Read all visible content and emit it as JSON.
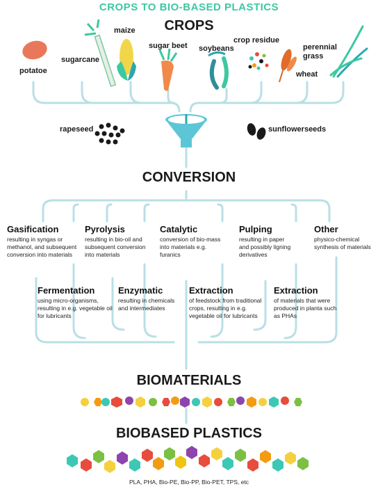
{
  "title": "CROPS TO BIO-BASED PLASTICS",
  "sections": {
    "crops": "CROPS",
    "conversion": "CONVERSION",
    "biomaterials": "BIOMATERIALS",
    "biobased_plastics": "BIOBASED PLASTICS"
  },
  "crops": [
    "potatoe",
    "sugarcane",
    "maize",
    "sugar beet",
    "soybeans",
    "crop residue",
    "perennial grass",
    "wheat"
  ],
  "seeds": [
    "rapeseed",
    "sunflowerseeds"
  ],
  "conversion_methods": [
    {
      "title": "Gasification",
      "description": "resulting in syngas or methanol, and subsequent conversion into materials"
    },
    {
      "title": "Pyrolysis",
      "description": "resulting in bio-oil and subsequent conversion into materials"
    },
    {
      "title": "Catalytic",
      "description": "conversion of bio-mass into materials e.g. furanics"
    },
    {
      "title": "Pulping",
      "description": "resulting in paper and possibly ligning derivatives"
    },
    {
      "title": "Other",
      "description": "physico-chemical synthesis of materials"
    },
    {
      "title": "Fermentation",
      "description": "using micro-organisms, resulting in e.g. vegetable oil for lubricants"
    },
    {
      "title": "Enzymatic",
      "description": "resulting in chemicals and intermediates"
    },
    {
      "title": "Extraction",
      "description": "of feedstock from traditional crops, resulting in e.g. vegetable oil for lubricants"
    },
    {
      "title": "Extraction",
      "description": "of materials that were produced in planta such as PHAs"
    }
  ],
  "plastics_list": "PLA, PHA, Bio-PE, Bio-PP, Bio-PET, TPS, etc",
  "colors": {
    "title": "#3cc8a0",
    "lines": "#b9dfe6",
    "funnel": "#5cc6d6",
    "accent_palette": [
      "#f4d03f",
      "#e74c3c",
      "#f39c12",
      "#7bc043",
      "#8e44ad",
      "#3cc8b4",
      "#f1c40f"
    ]
  }
}
